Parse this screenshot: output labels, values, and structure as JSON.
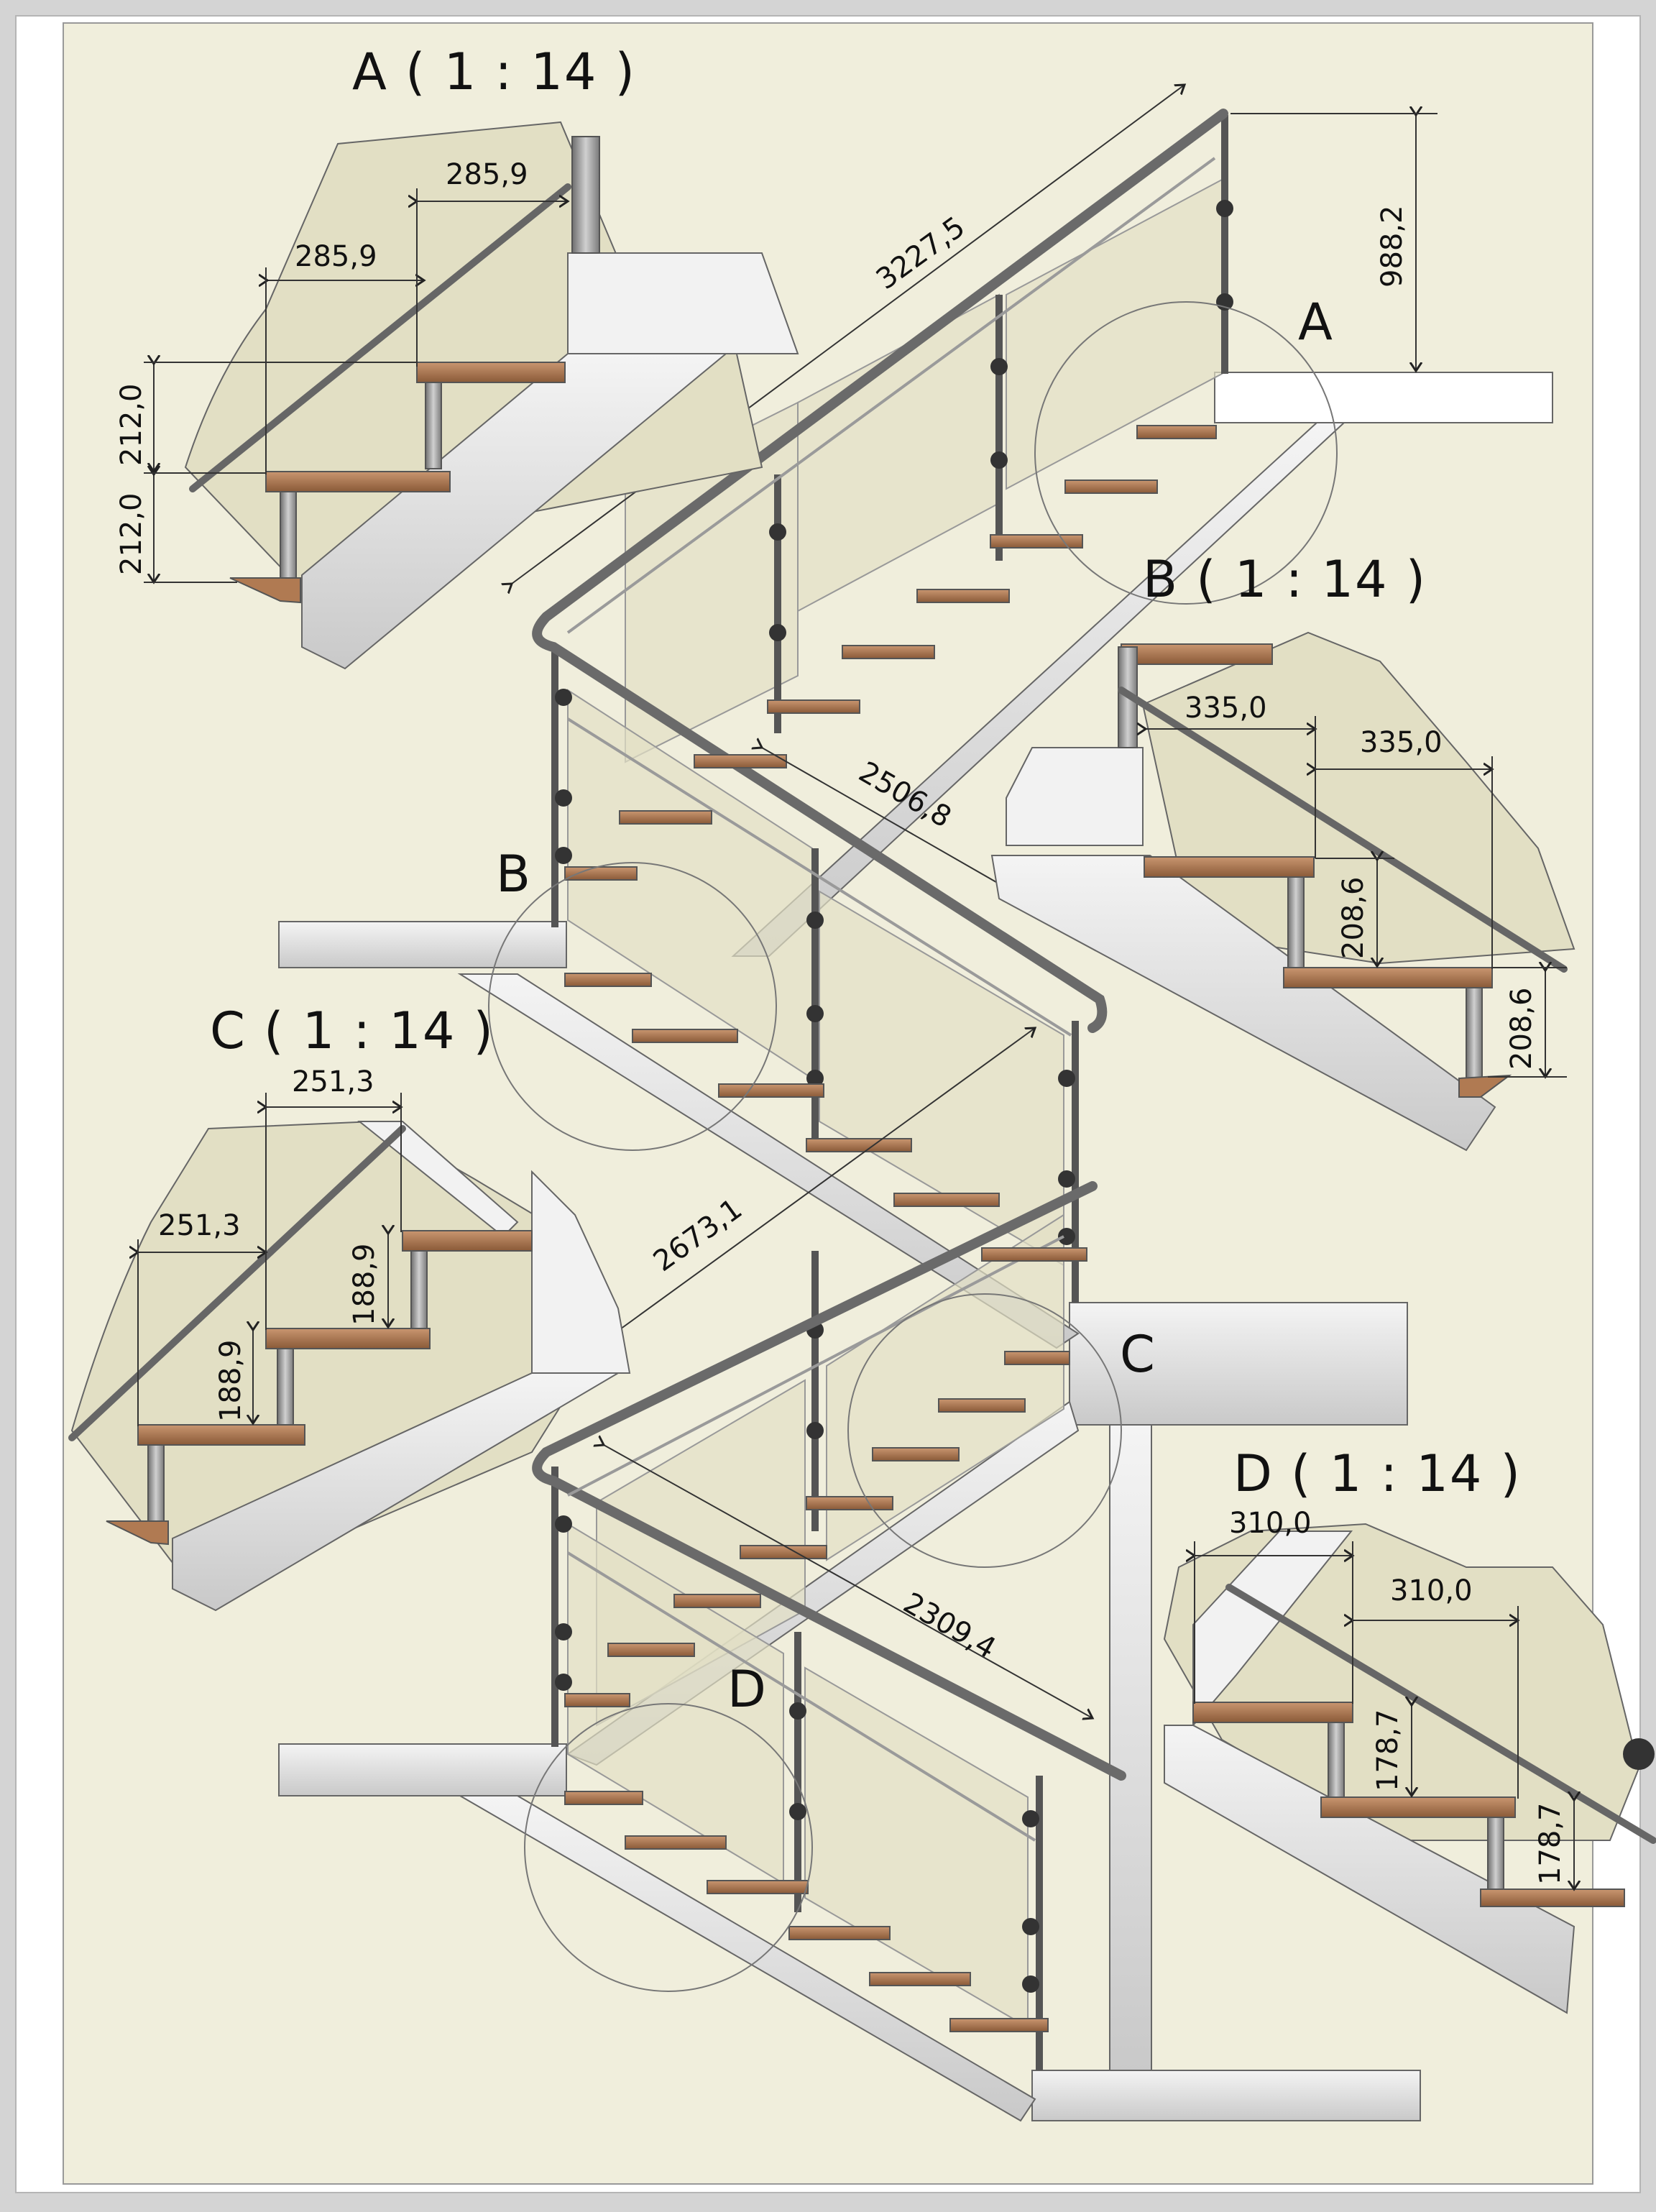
{
  "detail_titles": {
    "a": "A ( 1 : 14 )",
    "b": "B ( 1 : 14 )",
    "c": "C ( 1 : 14 )",
    "d": "D ( 1 : 14 )"
  },
  "detail_refs": {
    "a": "A",
    "b": "B",
    "c": "C",
    "d": "D"
  },
  "flight_lengths": {
    "f1": "3227,5",
    "f2": "2506,8",
    "f3": "2673,1",
    "f4": "2309,4"
  },
  "top_height": "988,2",
  "detail_a": {
    "going_1": "285,9",
    "going_2": "285,9",
    "rise_1": "212,0",
    "rise_2": "212,0"
  },
  "detail_b": {
    "going_1": "335,0",
    "going_2": "335,0",
    "rise_1": "208,6",
    "rise_2": "208,6"
  },
  "detail_c": {
    "going_1": "251,3",
    "going_2": "251,3",
    "rise_1": "188,9",
    "rise_2": "188,9"
  },
  "detail_d": {
    "going_1": "310,0",
    "going_2": "310,0",
    "rise_1": "178,7",
    "rise_2": "178,7"
  },
  "colors": {
    "sheet": "#f0eedc",
    "frame": "#c8c8c8",
    "wood": "#b07a52",
    "steel": "#8a8a8a",
    "glass": "#e2dfc4",
    "concrete": "#e6e6e6"
  }
}
